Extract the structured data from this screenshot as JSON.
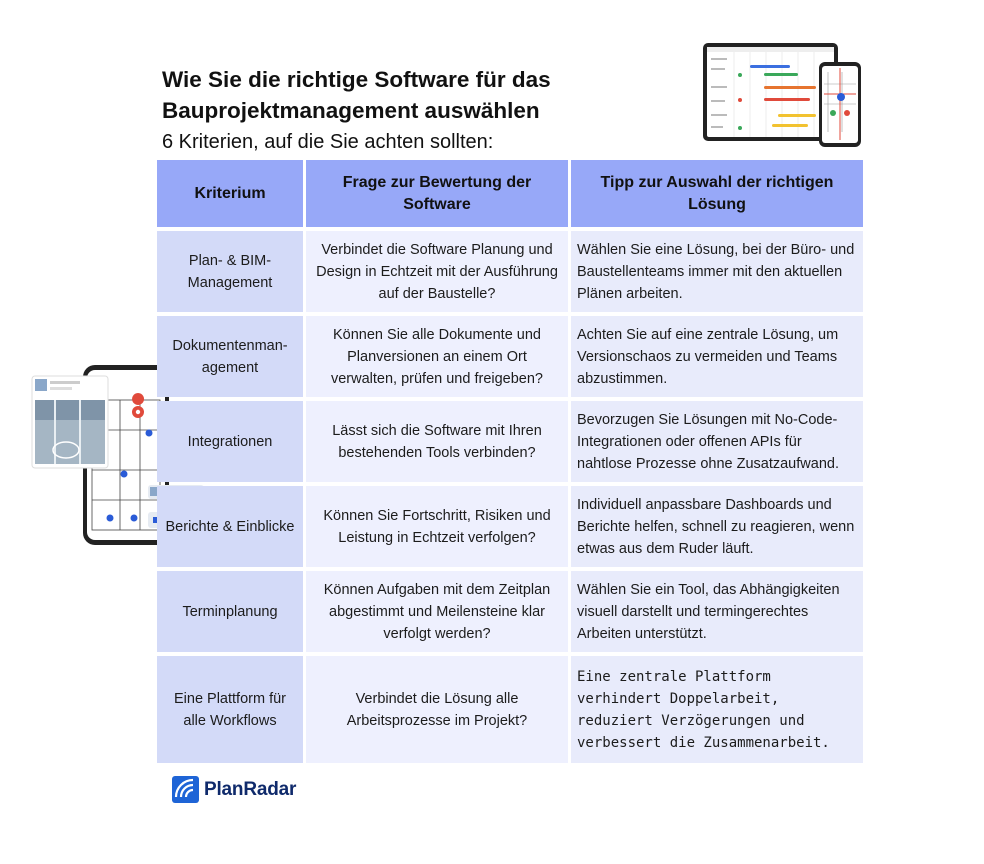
{
  "title": "Wie Sie die richtige Software für das Bauprojektmanagement auswählen",
  "subtitle": "6 Kriterien, auf die Sie achten sollten:",
  "table": {
    "headers": [
      "Kriterium",
      "Frage zur Bewertung der Software",
      "Tipp zur Auswahl der richtigen Lösung"
    ],
    "rows": [
      {
        "criterion": "Plan- & BIM-Management",
        "question": "Verbindet die Software Planung und Design in Echtzeit mit der Ausführung auf der Baustelle?",
        "tip": "Wählen Sie eine Lösung, bei der Büro- und Baustellenteams immer mit den aktuellen Plänen arbeiten."
      },
      {
        "criterion": "Dokumentenman-agement",
        "question": "Können Sie alle Dokumente und Planversionen an einem Ort verwalten, prüfen und freigeben?",
        "tip": "Achten Sie auf eine zentrale Lösung, um Versionschaos zu vermeiden und Teams abzustimmen."
      },
      {
        "criterion": "Integrationen",
        "question": "Lässt sich die Software mit Ihren bestehenden Tools verbinden?",
        "tip": "Bevorzugen Sie Lösungen mit No-Code-Integrationen oder offenen APIs für nahtlose Prozesse ohne Zusatzaufwand."
      },
      {
        "criterion": "Berichte & Einblicke",
        "question": "Können Sie Fortschritt, Risiken und Leistung in Echtzeit verfolgen?",
        "tip": "Individuell anpassbare Dashboards und Berichte helfen, schnell zu reagieren, wenn etwas aus dem Ruder läuft."
      },
      {
        "criterion": "Terminplanung",
        "question": "Können Aufgaben mit dem Zeitplan abgestimmt und Meilensteine klar verfolgt werden?",
        "tip": "Wählen Sie ein Tool, das Abhängigkeiten visuell darstellt und termingerechtes Arbeiten unterstützt."
      },
      {
        "criterion": "Eine Plattform für alle Workflows",
        "question": "Verbindet die Lösung alle Arbeitsprozesse im Projekt?",
        "tip": "Eine zentrale Plattform verhindert Doppelarbeit, reduziert Verzögerungen und verbessert die Zusammenarbeit."
      }
    ]
  },
  "logo": {
    "text": "PlanRadar",
    "color": "#0f2a6b"
  },
  "colors": {
    "header": "#97a8f8",
    "criterion": "#d3daf8",
    "question": "#eef0fe",
    "tip": "#e8ebfb"
  },
  "icons": [
    "laptop-gantt-illustration",
    "phone-floorplan-illustration",
    "planradar-logo-icon"
  ]
}
